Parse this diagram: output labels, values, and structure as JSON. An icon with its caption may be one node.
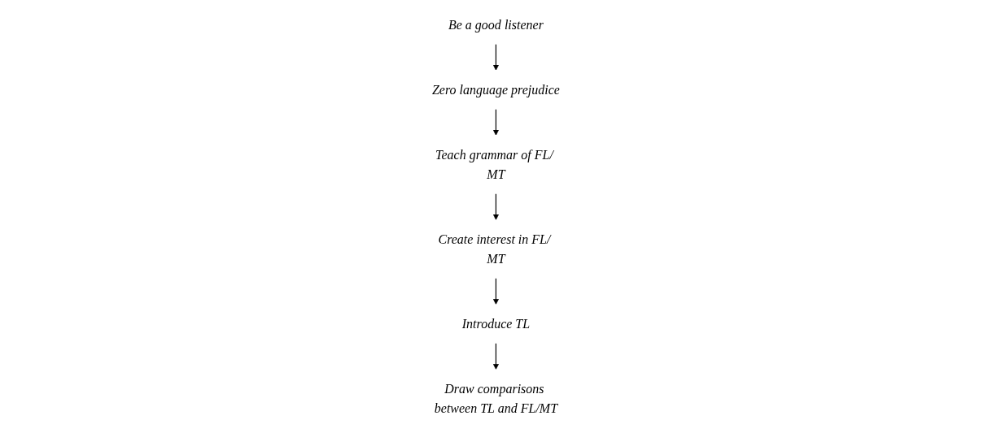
{
  "diagram": {
    "nodes": [
      {
        "text": [
          "Be a good listener"
        ]
      },
      {
        "text": [
          "Zero language prejudice"
        ]
      },
      {
        "text": [
          "Teach grammar of FL/ MT"
        ]
      },
      {
        "text": [
          "Create interest in FL/ MT"
        ]
      },
      {
        "text": [
          "Introduce TL"
        ]
      },
      {
        "text": [
          "Draw comparisons between TL and FL/MT"
        ]
      }
    ],
    "edges": [
      {
        "from": 0,
        "to": 1,
        "arrow": "to"
      },
      {
        "from": 1,
        "to": 2,
        "arrow": "to"
      },
      {
        "from": 2,
        "to": 3,
        "arrow": "to"
      },
      {
        "from": 3,
        "to": 4,
        "arrow": "to"
      },
      {
        "from": 4,
        "to": 5,
        "arrow": "to"
      }
    ]
  }
}
